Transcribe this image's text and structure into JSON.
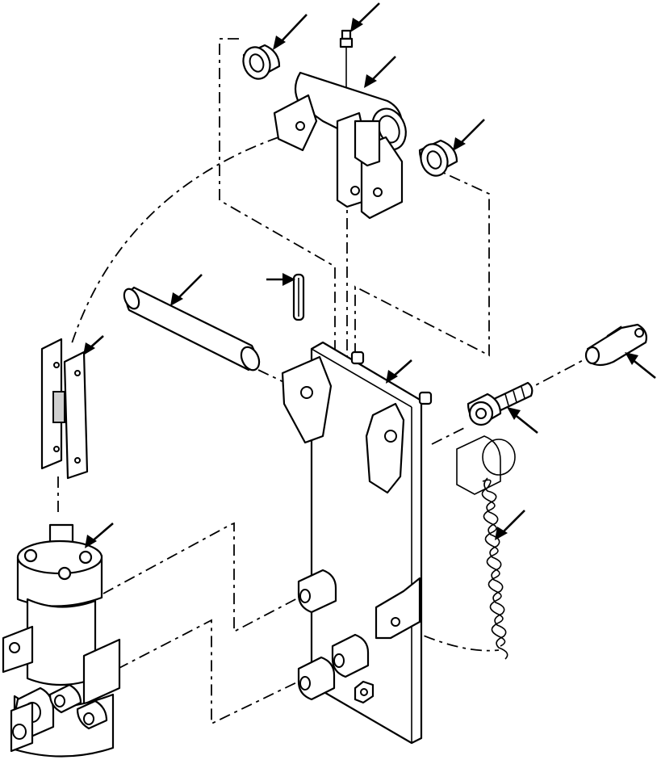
{
  "figure": {
    "kind": "exploded parts illustration",
    "line_color": "#000000",
    "background": "#ffffff",
    "printed_text": []
  },
  "parts": [
    {
      "key": "bearing-upper-left",
      "icon": "roller-bearing"
    },
    {
      "key": "grease-fitting",
      "icon": "grease-nipple"
    },
    {
      "key": "lever-bracket",
      "icon": "yoke-lever"
    },
    {
      "key": "bearing-upper-right",
      "icon": "roller-bearing"
    },
    {
      "key": "pivot-pin",
      "icon": "cylindrical-pin"
    },
    {
      "key": "roll-pin",
      "icon": "roll-pin"
    },
    {
      "key": "link-plates",
      "icon": "link-plate-pair"
    },
    {
      "key": "mounting-plate",
      "icon": "mounting-bracket"
    },
    {
      "key": "clevis",
      "icon": "rod-end-clevis"
    },
    {
      "key": "spacer-and-bolt",
      "icon": "bolt-with-spacer"
    },
    {
      "key": "spring",
      "icon": "coil-spring"
    },
    {
      "key": "brake-valve",
      "icon": "valve-body"
    }
  ],
  "callout_count": 12
}
